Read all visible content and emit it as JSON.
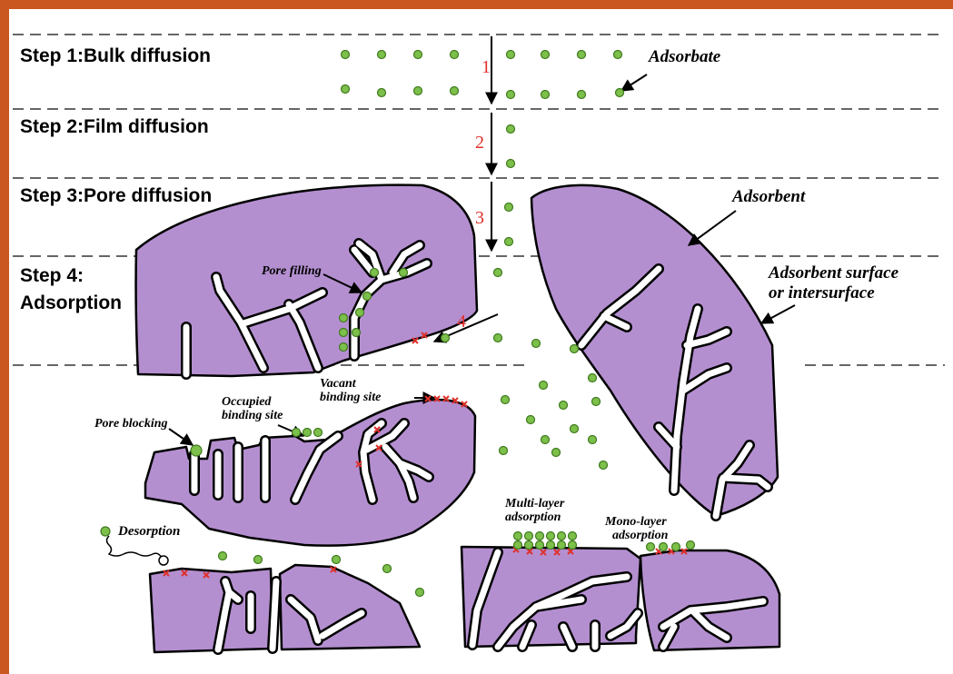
{
  "steps": {
    "step1": "Step 1:Bulk diffusion",
    "step2": "Step 2:Film diffusion",
    "step3": "Step 3:Pore diffusion",
    "step4_line1": "Step 4:",
    "step4_line2": "Adsorption"
  },
  "step_numbers": [
    "1",
    "2",
    "3",
    "4"
  ],
  "labels": {
    "adsorbate": "Adsorbate",
    "adsorbent": "Adsorbent",
    "surface_line1": "Adsorbent surface",
    "surface_line2": "or intersurface",
    "pore_filling": "Pore filling",
    "pore_blocking": "Pore blocking",
    "occupied_line1": "Occupied",
    "occupied_line2": "binding site",
    "vacant_line1": "Vacant",
    "vacant_line2": "binding site",
    "desorption": "Desorption",
    "multi_line1": "Multi-layer",
    "multi_line2": "adsorption",
    "mono_line1": "Mono-layer",
    "mono_line2": "adsorption"
  },
  "colors": {
    "frame": "#c9571f",
    "adsorbent": "#b48fd0",
    "adsorbate": "#7cbf4a",
    "site_marker": "#e0302b"
  }
}
